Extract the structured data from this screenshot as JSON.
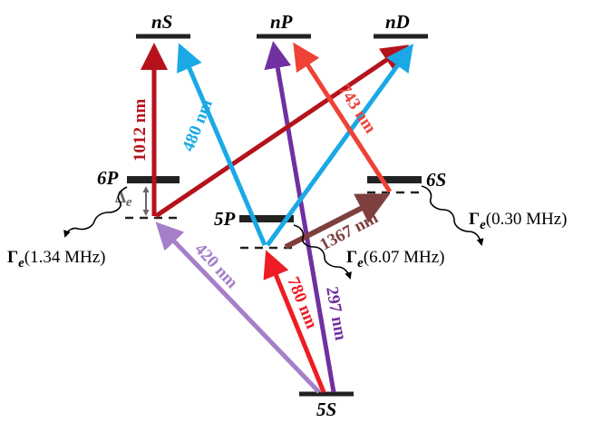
{
  "levels": {
    "nS": "nS",
    "nP": "nP",
    "nD": "nD",
    "p6": "6P",
    "p5": "5P",
    "s6": "6S",
    "s5": "5S"
  },
  "transitions": {
    "t1012": "1012 nm",
    "t480": "480 nm",
    "t743": "743 nm",
    "t420": "420 nm",
    "t780": "780 nm",
    "t297": "297 nm",
    "t1367": "1367 nm"
  },
  "decay": {
    "symbol": "Γ",
    "subscript": "e",
    "rate_6p": "(1.34 MHz)",
    "rate_5p": "(6.07 MHz)",
    "rate_6s": "(0.30 MHz)"
  },
  "detuning": {
    "symbol": "Δ",
    "subscript": "e"
  },
  "colors": {
    "c1012": "#b5121b",
    "c480": "#1aa9e6",
    "c743": "#ef4136",
    "c420": "#a67fc9",
    "c780": "#ee1c24",
    "c297": "#7030a0",
    "c1367": "#7f3f3f"
  }
}
